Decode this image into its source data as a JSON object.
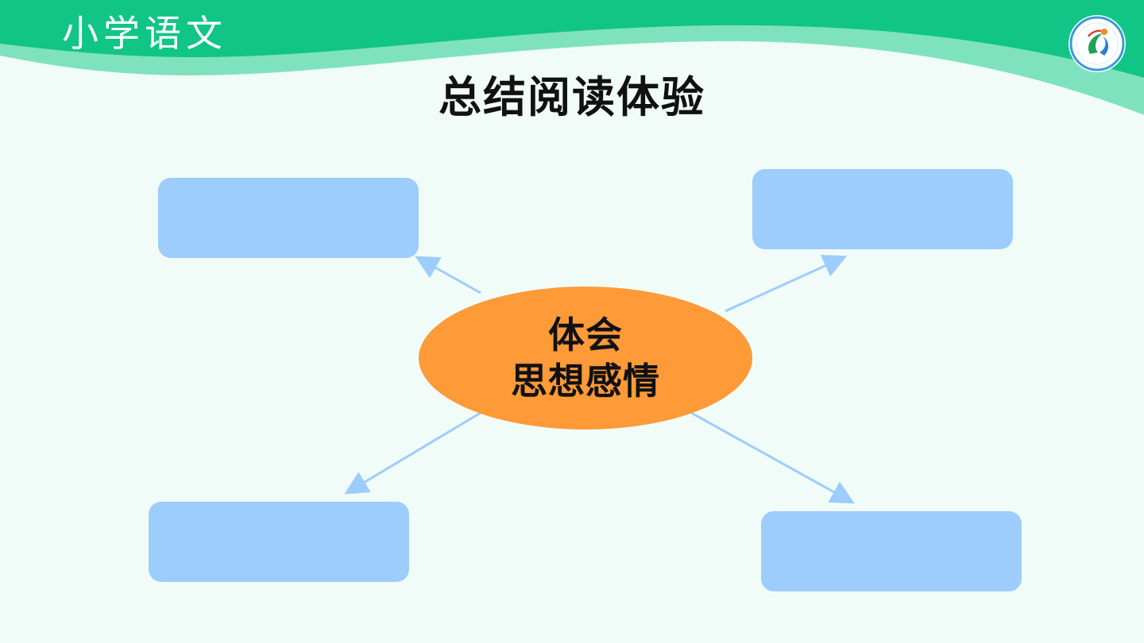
{
  "header": {
    "subject": "小学语文",
    "logo_icon": "school-emblem-icon"
  },
  "page": {
    "title": "总结阅读体验"
  },
  "diagram": {
    "center": {
      "line1": "体会",
      "line2": "思想感情"
    },
    "branches": [
      {
        "position": "top-left",
        "label": ""
      },
      {
        "position": "top-right",
        "label": ""
      },
      {
        "position": "bottom-left",
        "label": ""
      },
      {
        "position": "bottom-right",
        "label": ""
      }
    ]
  },
  "colors": {
    "header_green": "#10c586",
    "header_light": "#7fe2bf",
    "background": "#f1fcf8",
    "box_blue": "#9ccdfc",
    "arrow_blue": "#9ccdfc",
    "ellipse_orange": "#fe9a37"
  }
}
